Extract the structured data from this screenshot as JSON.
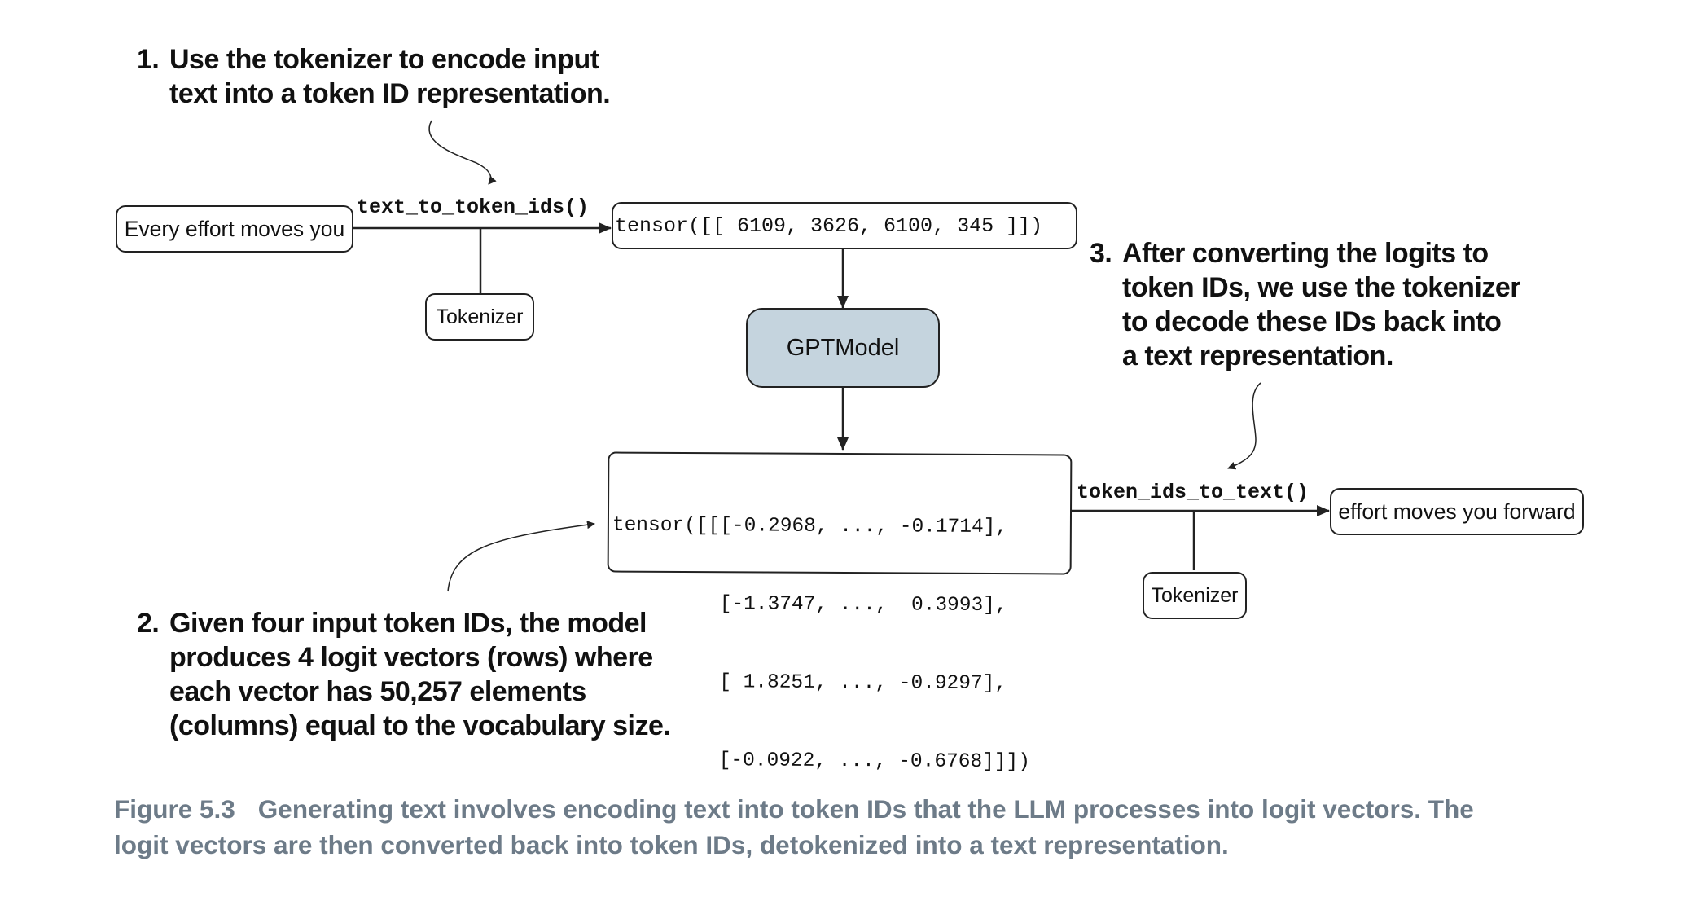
{
  "colors": {
    "model_fill": "#c5d4de",
    "stroke": "#222222",
    "caption_text": "#6d7b88"
  },
  "diagram": {
    "input_text": "Every effort moves you",
    "encode_function": "text_to_token_ids()",
    "encoder": "Tokenizer",
    "token_tensor": "tensor([[ 6109, 3626, 6100, 345 ]])",
    "model": "GPTModel",
    "logits_tensor_lines": [
      "tensor([[[-0.2968, ..., -0.1714],",
      "         [-1.3747, ...,  0.3993],",
      "         [ 1.8251, ..., -0.9297],",
      "         [-0.0922, ..., -0.6768]]])"
    ],
    "decode_function": "token_ids_to_text()",
    "decoder": "Tokenizer",
    "output_text": "effort moves you forward"
  },
  "annotations": [
    {
      "number": "1.",
      "lines": [
        "Use the tokenizer to encode input",
        "text into a token ID representation."
      ]
    },
    {
      "number": "2.",
      "lines": [
        "Given four input token IDs, the model",
        "produces 4 logit vectors (rows) where",
        "each vector has 50,257 elements",
        "(columns) equal to the vocabulary size."
      ]
    },
    {
      "number": "3.",
      "lines": [
        "After converting the logits to",
        "token IDs, we use the tokenizer",
        "to decode these IDs back into",
        "a text representation."
      ]
    }
  ],
  "caption": {
    "label": "Figure 5.3",
    "lines": [
      "Generating text involves encoding text into token IDs that the LLM processes into logit vectors. The",
      "logit vectors are then converted back into token IDs, detokenized into a text representation."
    ]
  }
}
